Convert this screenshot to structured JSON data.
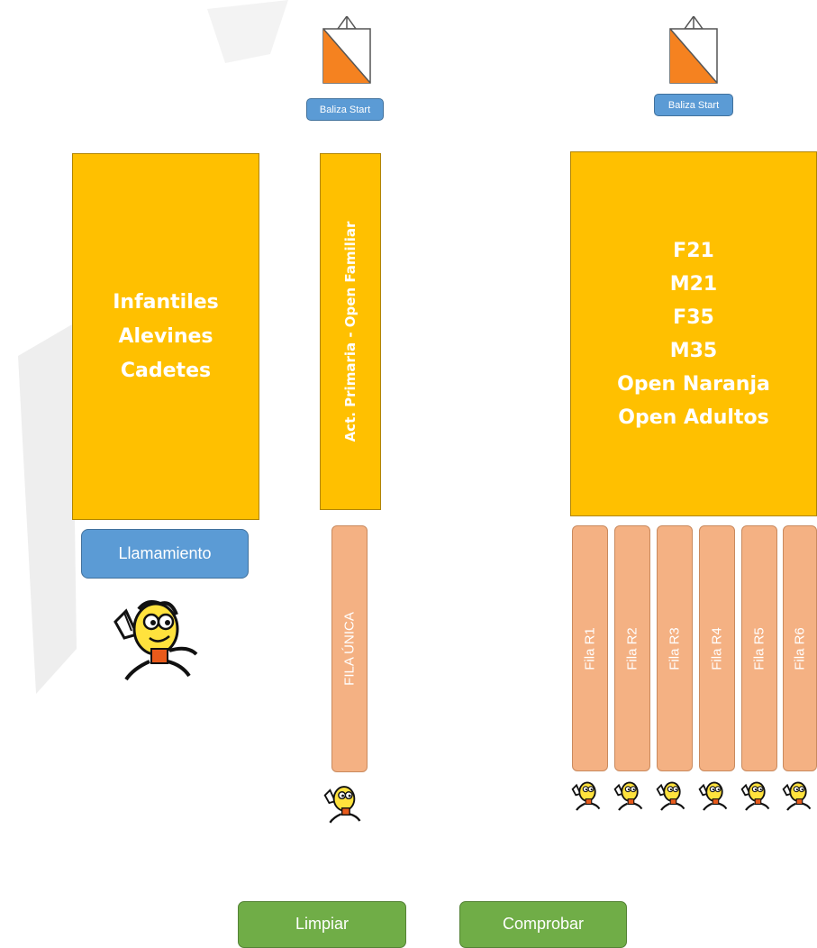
{
  "baliza": {
    "left_label": "Baliza Start",
    "right_label": "Baliza Start",
    "icon": "orienteering-control-flag-icon",
    "colors": {
      "orange": "#f58220",
      "white": "#ffffff"
    }
  },
  "boxes": {
    "left_lines": [
      "Infantiles",
      "Alevines",
      "Cadetes"
    ],
    "middle_label": "Act. Primaria - Open Familiar",
    "right_lines": [
      "F21",
      "M21",
      "F35",
      "M35",
      "Open Naranja",
      "Open Adultos"
    ],
    "color": "#ffc000"
  },
  "llamamiento_label": "Llamamiento",
  "queues": {
    "single_label": "FILA ÚNICA",
    "rows": [
      "Fila R1",
      "Fila R2",
      "Fila R3",
      "Fila R4",
      "Fila R5",
      "Fila R6"
    ],
    "color": "#f4b183"
  },
  "runner_icon": "runner-mascot-icon",
  "actions": {
    "clear_label": "Limpiar",
    "check_label": "Comprobar",
    "color": "#70ad47"
  }
}
